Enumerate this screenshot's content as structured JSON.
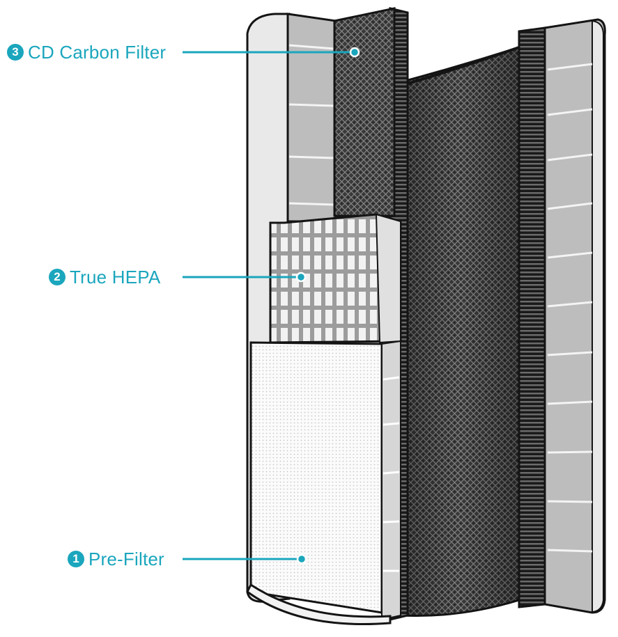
{
  "colors": {
    "accent": "#1aa6bd",
    "outline": "#141414",
    "panel_light": "#e6e6e6",
    "panel_mid": "#bdbdbd",
    "carbon_dark": "#2b2b2b",
    "mesh_white": "#fbfbfb"
  },
  "icons": [
    "number-badge",
    "callout-dot"
  ],
  "callouts": [
    {
      "number": "3",
      "text": "CD Carbon Filter",
      "icon": "number-badge"
    },
    {
      "number": "2",
      "text": "True HEPA",
      "icon": "number-badge"
    },
    {
      "number": "1",
      "text": "Pre-Filter",
      "icon": "number-badge"
    }
  ]
}
